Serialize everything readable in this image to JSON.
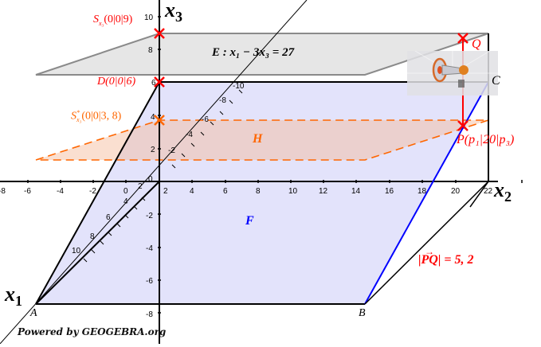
{
  "diagram": {
    "axes": {
      "x1": {
        "label": "x",
        "sub": "1",
        "ticks": [
          "2",
          "4",
          "6",
          "8",
          "10"
        ],
        "neg_ticks": [
          "-2",
          "-4",
          "-6",
          "-8",
          "-10"
        ]
      },
      "x2": {
        "label": "x",
        "sub": "2",
        "ticks": [
          "-8",
          "-6",
          "-4",
          "-2",
          "0",
          "2",
          "4",
          "6",
          "8",
          "10",
          "12",
          "14",
          "16",
          "18",
          "20",
          "22"
        ]
      },
      "x3": {
        "label": "x",
        "sub": "3",
        "ticks": [
          "10",
          "8",
          "6",
          "4",
          "2",
          "0",
          "-2",
          "-4",
          "-6",
          "-8"
        ]
      }
    },
    "points": {
      "S_x3": {
        "name": "S",
        "sub": "x3",
        "coords": "(0|0|9)",
        "color": "#ff0000"
      },
      "D": {
        "name": "D",
        "coords": "(0|0|6)",
        "color": "#ff0000"
      },
      "S_star_x3": {
        "name": "S*",
        "sub": "x3",
        "coords": "(0|0|3, 8)",
        "color": "#ff6600"
      },
      "Q": {
        "name": "Q",
        "color": "#ff0000"
      },
      "P": {
        "name": "P",
        "coords": "(p1|20|p3)",
        "color": "#ff0000"
      },
      "A": {
        "name": "A"
      },
      "B": {
        "name": "B"
      },
      "C": {
        "name": "C"
      }
    },
    "planes": {
      "E": {
        "label": "E:",
        "equation": "x1 − 3x3 = 27",
        "fill": "#e6e6e6",
        "stroke": "#808080"
      },
      "H": {
        "label": "H",
        "fill": "#f5c8b0",
        "stroke": "#ff6600"
      },
      "F": {
        "label": "F",
        "fill": "#e3e3fb",
        "stroke": "#0000ff"
      }
    },
    "measurement": {
      "label": "|PQ| = 5, 2",
      "color": "#ff0000"
    },
    "footer": "Powered by GEOGEBRA.org"
  },
  "labels": {
    "S_x3_text": "S",
    "S_x3_sub": "x₃",
    "S_x3_coords": "(0|0|9)",
    "D_text": "D(0|0|6)",
    "S_star_text": "S",
    "S_star_sup": "*",
    "S_star_sub": "x₃",
    "S_star_coords": "(0|0|3, 8)",
    "E_text": "E :   x₁ − 3x₃ = 27",
    "H_text": "H",
    "F_text": "F",
    "Q_text": "Q",
    "C_text": "C",
    "P_text": "P(p₁|20|p₃)",
    "A_text": "A",
    "B_text": "B",
    "PQ_text": "|PQ| = 5, 2",
    "x1_text": "x",
    "x1_sub": "1",
    "x2_text": "x",
    "x2_sub": "2",
    "x3_text": "x",
    "x3_sub": "3",
    "footer": "Powered by GEOGEBRA.org"
  }
}
